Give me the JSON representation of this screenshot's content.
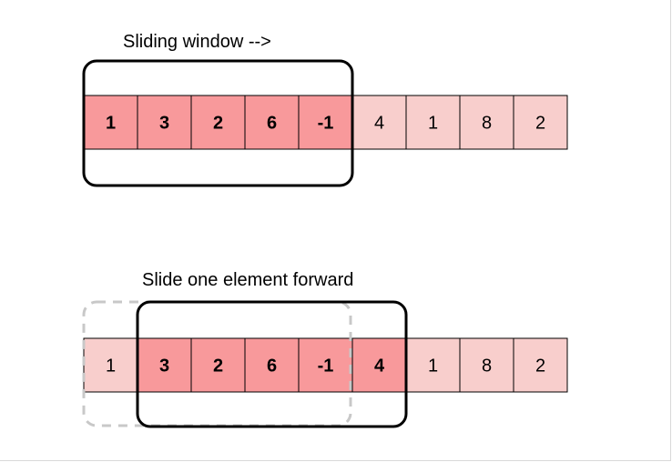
{
  "colors": {
    "highlight": "#f8999b",
    "normal": "#f8cecc",
    "cell_border": "#000000",
    "window_border": "#000000",
    "previous_window_border": "#c8c8c8"
  },
  "top": {
    "caption": "Sliding window -->",
    "cells": [
      {
        "value": "1",
        "highlighted": true
      },
      {
        "value": "3",
        "highlighted": true
      },
      {
        "value": "2",
        "highlighted": true
      },
      {
        "value": "6",
        "highlighted": true
      },
      {
        "value": "-1",
        "highlighted": true
      },
      {
        "value": "4",
        "highlighted": false
      },
      {
        "value": "1",
        "highlighted": false
      },
      {
        "value": "8",
        "highlighted": false
      },
      {
        "value": "2",
        "highlighted": false
      }
    ]
  },
  "bottom": {
    "caption": "Slide one element forward",
    "cells": [
      {
        "value": "1",
        "highlighted": false
      },
      {
        "value": "3",
        "highlighted": true
      },
      {
        "value": "2",
        "highlighted": true
      },
      {
        "value": "6",
        "highlighted": true
      },
      {
        "value": "-1",
        "highlighted": true
      },
      {
        "value": "4",
        "highlighted": true
      },
      {
        "value": "1",
        "highlighted": false
      },
      {
        "value": "8",
        "highlighted": false
      },
      {
        "value": "2",
        "highlighted": false
      }
    ]
  }
}
